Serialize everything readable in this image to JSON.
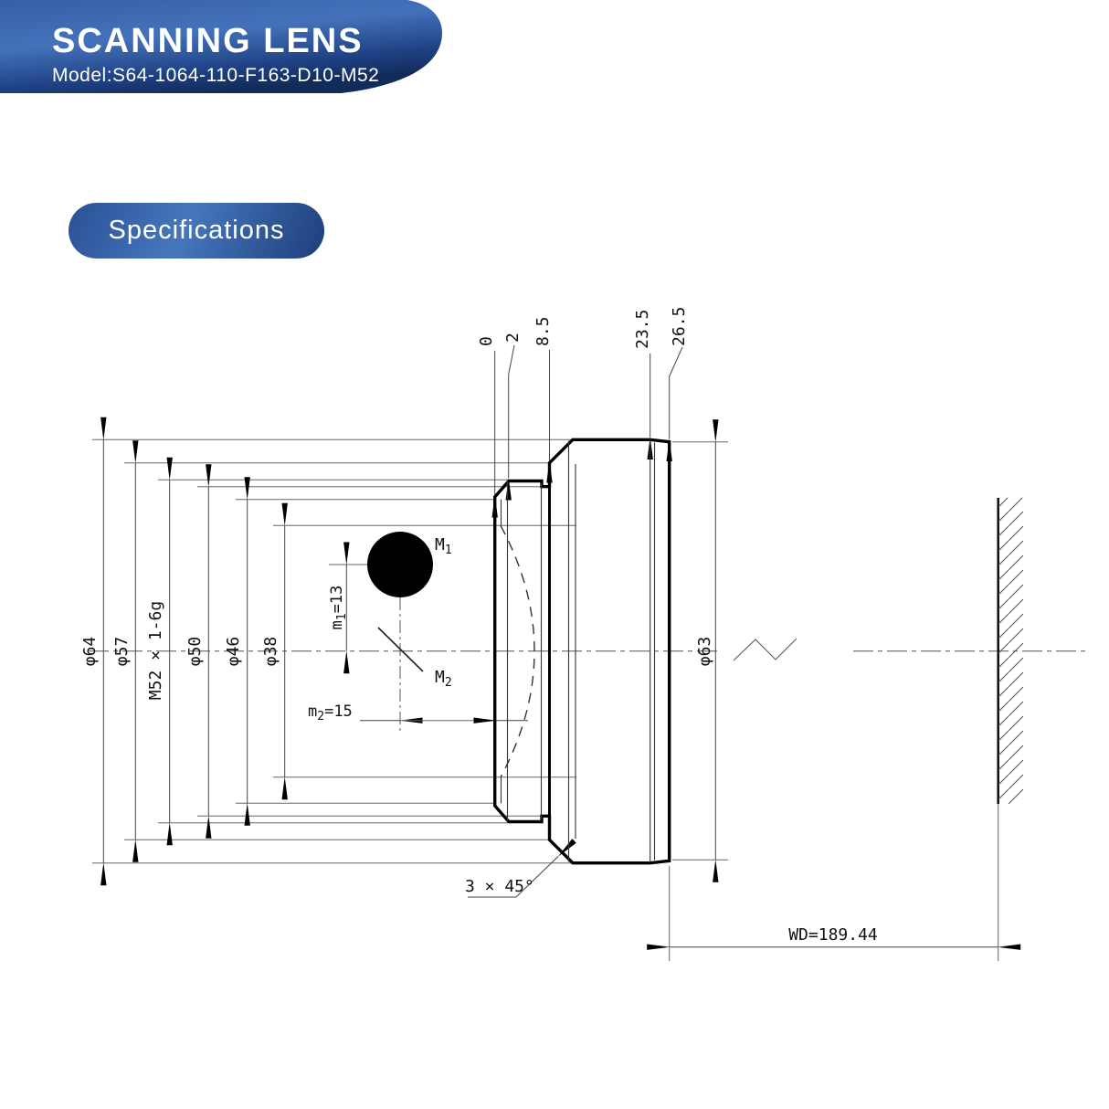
{
  "header": {
    "title": "SCANNING LENS",
    "model": "Model:S64-1064-110-F163-D10-M52"
  },
  "section_button": {
    "label": "Specifications"
  },
  "drawing": {
    "top_dims": [
      "0",
      "2",
      "8.5",
      "23.5",
      "26.5"
    ],
    "left_dims": [
      "φ64",
      "φ57",
      "M52 × 1-6g",
      "φ50",
      "φ46",
      "φ38"
    ],
    "right_dim": "φ63",
    "mirror1_label": {
      "base": "M",
      "sub": "1"
    },
    "mirror2_label": {
      "base": "M",
      "sub": "2"
    },
    "m1_dim": {
      "base": "m",
      "sub": "1",
      "value": "=13"
    },
    "m2_dim": {
      "base": "m",
      "sub": "2",
      "value": "=15"
    },
    "chamfer_note": "3 × 45°",
    "working_distance": "WD=189.44",
    "colors": {
      "banner_top": "#3560a7",
      "banner_mid": "#4472ba",
      "banner_deep": "#122c5a",
      "pill_light": "#4677bd",
      "pill_dark": "#1e3e7b",
      "text_on_blue": "#ffffff",
      "line_color": "#000000"
    }
  }
}
